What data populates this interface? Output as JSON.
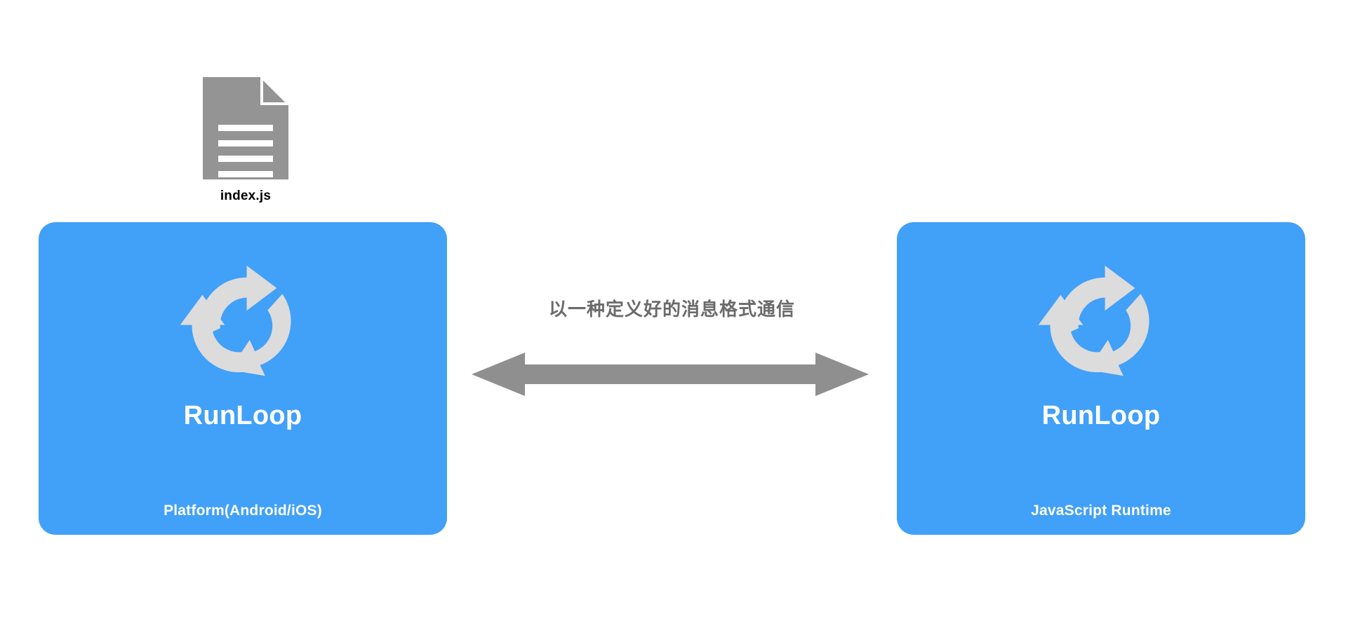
{
  "diagram": {
    "background_color": "#ffffff",
    "accent_color": "#41a0f8",
    "arrow_color": "#8f8f8f",
    "icon_color": "#dcdcdc",
    "doc_color": "#949494",
    "label_color": "#6b6b6b"
  },
  "file_node": {
    "icon": "document-icon",
    "label": "index.js"
  },
  "cards": [
    {
      "id": "platform",
      "icon": "runloop-recycle-icon",
      "title": "RunLoop",
      "footer": "Platform(Android/iOS)"
    },
    {
      "id": "jsruntime",
      "icon": "runloop-recycle-icon",
      "title": "RunLoop",
      "footer": "JavaScript Runtime"
    }
  ],
  "connector": {
    "label": "以一种定义好的消息格式通信",
    "arrow": "double-headed-arrow-icon"
  }
}
